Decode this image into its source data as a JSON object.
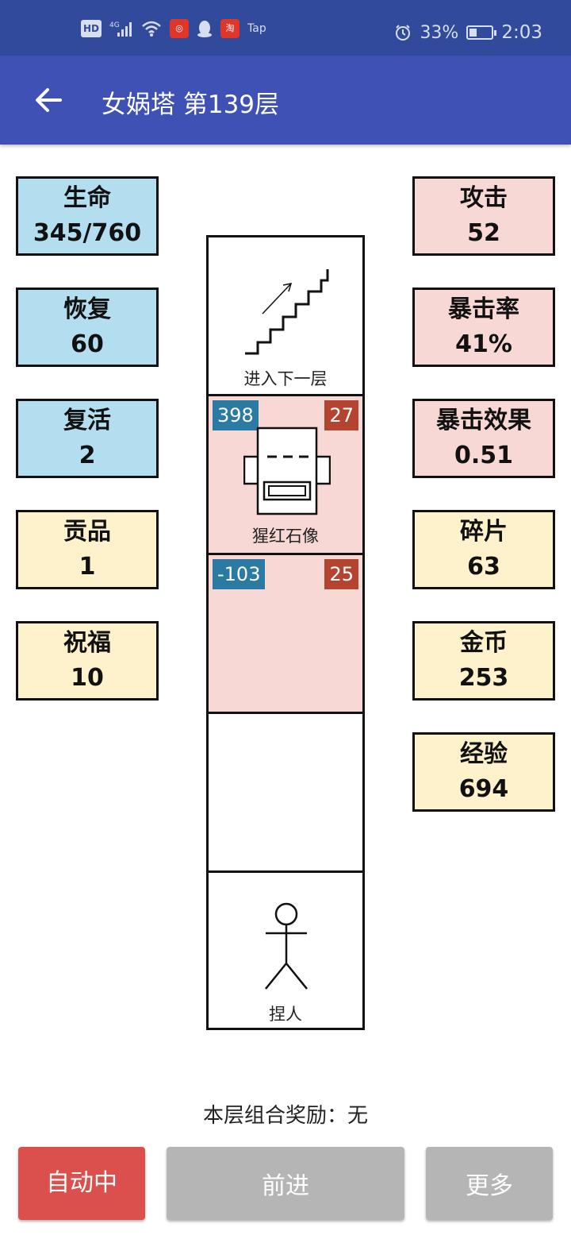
{
  "status_bar": {
    "network_label": "4G",
    "hd_label": "HD",
    "tap_label": "Tap",
    "battery_percent_label": "33%",
    "battery_level": 0.33,
    "time": "2:03"
  },
  "app_bar": {
    "title": "女娲塔 第139层"
  },
  "stats_left": [
    {
      "label": "生命",
      "value": "345/760",
      "color": "#b3def0"
    },
    {
      "label": "恢复",
      "value": "60",
      "color": "#b3def0"
    },
    {
      "label": "复活",
      "value": "2",
      "color": "#b3def0"
    },
    {
      "label": "贡品",
      "value": "1",
      "color": "#fef2cd"
    },
    {
      "label": "祝福",
      "value": "10",
      "color": "#fef2cd"
    }
  ],
  "stats_right": [
    {
      "label": "攻击",
      "value": "52",
      "color": "#f8d8d5"
    },
    {
      "label": "暴击率",
      "value": "41%",
      "color": "#f8d8d5"
    },
    {
      "label": "暴击效果",
      "value": "0.51",
      "color": "#f8d8d5"
    },
    {
      "label": "碎片",
      "value": "63",
      "color": "#fef2cd"
    },
    {
      "label": "金币",
      "value": "253",
      "color": "#fef2cd"
    },
    {
      "label": "经验",
      "value": "694",
      "color": "#fef2cd"
    }
  ],
  "tower": {
    "cells": [
      {
        "type": "stairs",
        "label": "进入下一层",
        "icon": "stairs-up-icon"
      },
      {
        "type": "enemy",
        "label": "猩红石像",
        "hp": "398",
        "atk": "27",
        "icon": "stone-statue-icon"
      },
      {
        "type": "enemy",
        "label": "",
        "hp": "-103",
        "atk": "25"
      },
      {
        "type": "empty",
        "label": ""
      },
      {
        "type": "player",
        "label": "捏人",
        "icon": "stick-figure-icon"
      }
    ]
  },
  "combo_text": "本层组合奖励：无",
  "buttons": {
    "auto": "自动中",
    "forward": "前进",
    "more": "更多"
  },
  "colors": {
    "status_bar": "#324a9c",
    "app_bar": "#3f51b5",
    "hp_badge": "#2a7aa3",
    "atk_badge": "#b4442f",
    "auto_button": "#db4f4c",
    "inactive_button": "#b5b5b5"
  }
}
